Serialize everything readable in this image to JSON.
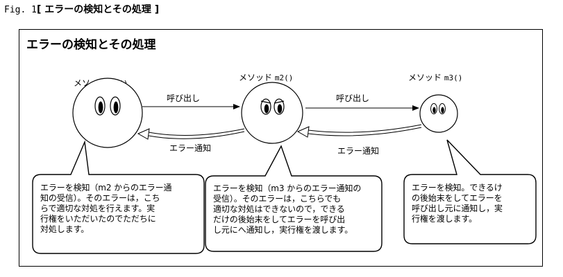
{
  "caption": {
    "fig": "Fig. 1",
    "title": "[ エラーの検知とその処理 ]"
  },
  "diagram": {
    "title": "エラーの検知とその処理",
    "methods": [
      {
        "label": "メソッド ",
        "name": "m1()"
      },
      {
        "label": "メソッド ",
        "name": "m2()"
      },
      {
        "label": "メソッド ",
        "name": "m3()"
      }
    ],
    "call_label": "呼び出し",
    "notify_label": "エラー通知",
    "notes": [
      [
        "エラーを検知（m2 からのエラー通",
        "知の受信）。そのエラーは，こち",
        "らで適切な対処を行えます。実",
        "行権をいただいたのでただちに",
        "対処します。"
      ],
      [
        "エラーを検知（m3 からのエラー通知の",
        "受信）。そのエラーは，こちらでも",
        "適切な対処はできないので，できる",
        "だけの後始末をしてエラーを呼び出",
        "し元にへ通知し，実行権を渡します。"
      ],
      [
        "エラーを検知。できるけ",
        "の後始末をしてエラーを",
        "呼び出し元に通知し，実",
        "行権を渡します。"
      ]
    ]
  }
}
